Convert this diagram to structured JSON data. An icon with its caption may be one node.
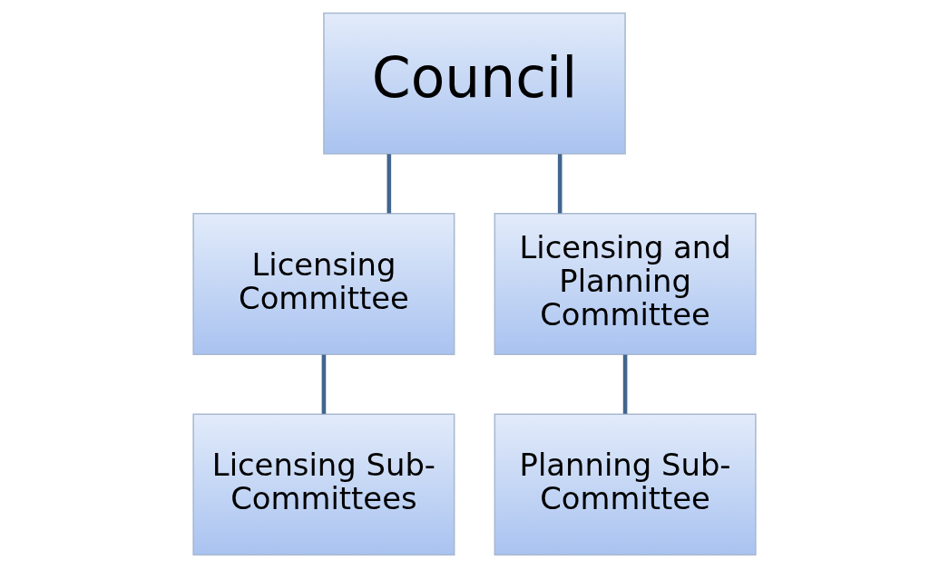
{
  "diagram": {
    "nodes": [
      {
        "text": [
          "Council"
        ]
      },
      {
        "text": [
          "Licensing Committee"
        ]
      },
      {
        "text": [
          "Licensing and Planning Committee"
        ]
      },
      {
        "text": [
          "Licensing Sub-Committees"
        ]
      },
      {
        "text": [
          "Planning Sub-Committee"
        ]
      }
    ],
    "edges": [
      {
        "from": 0,
        "to": 1,
        "arrow": "none"
      },
      {
        "from": 0,
        "to": 2,
        "arrow": "none"
      },
      {
        "from": 1,
        "to": 3,
        "arrow": "none"
      },
      {
        "from": 2,
        "to": 4,
        "arrow": "none"
      }
    ]
  }
}
